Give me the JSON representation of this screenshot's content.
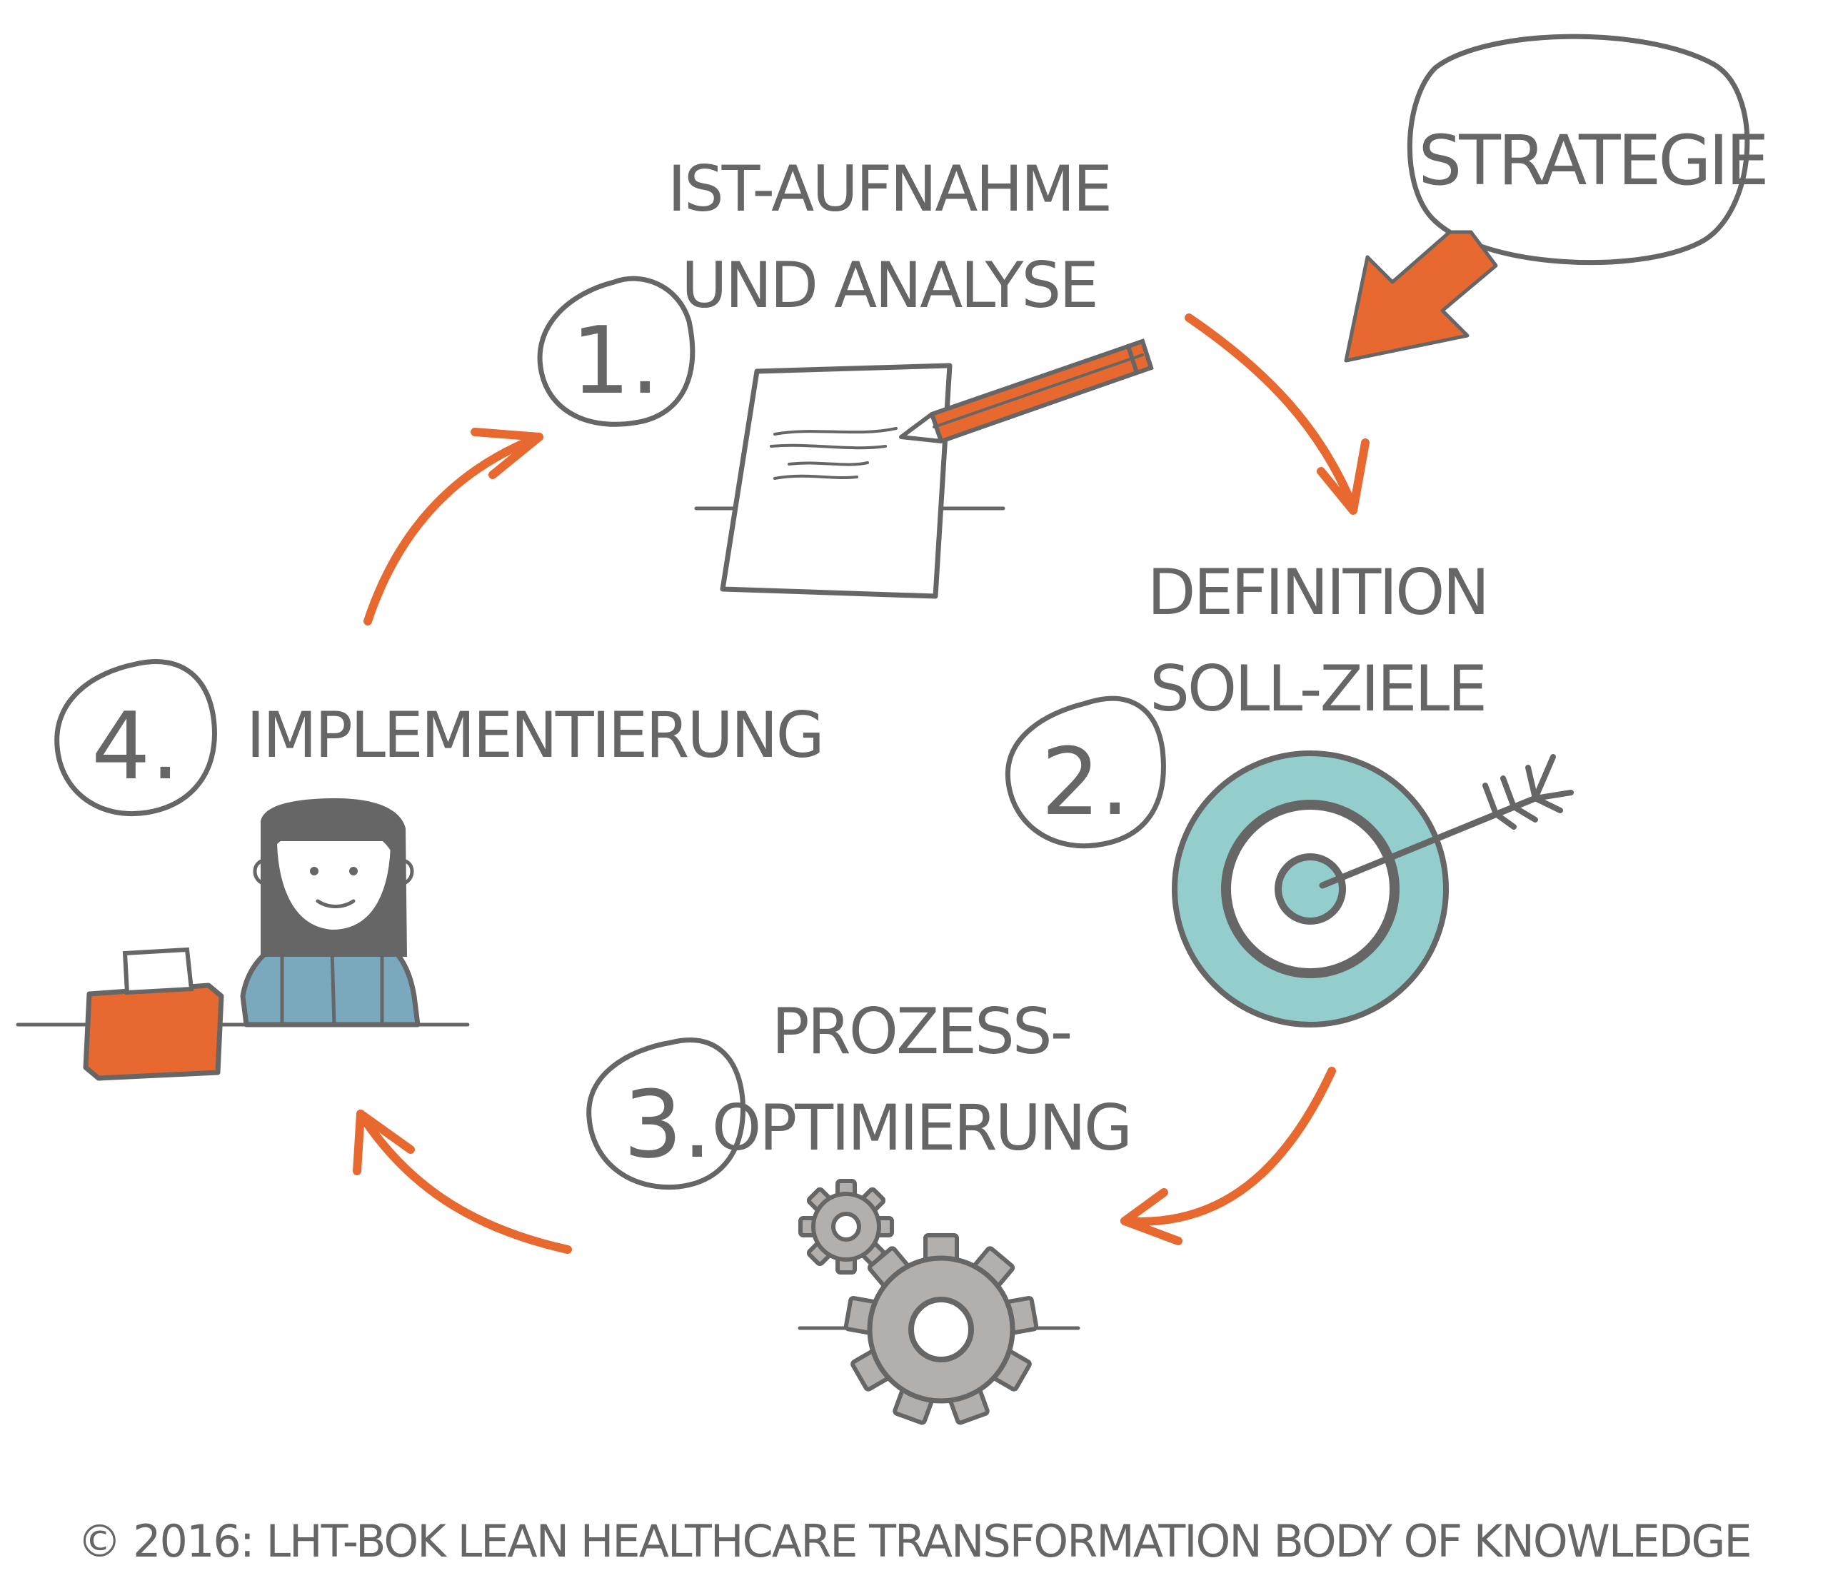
{
  "strategy": {
    "label": "Strategie"
  },
  "steps": [
    {
      "number": "1.",
      "lines": [
        "Ist-Aufnahme",
        "und Analyse"
      ]
    },
    {
      "number": "2.",
      "lines": [
        "Definition",
        "Soll-Ziele"
      ]
    },
    {
      "number": "3.",
      "lines": [
        "Prozess-",
        "Optimierung"
      ]
    },
    {
      "number": "4.",
      "lines": [
        "Implementierung"
      ]
    }
  ],
  "footer": {
    "text": "© 2016: LHT-BOK Lean Healthcare Transformation Body of Knowledge"
  },
  "colors": {
    "orange": "#e8692f",
    "teal": "#93cdcc",
    "shirt": "#7aa9bd",
    "grey": "#666666",
    "gear": "#b3afac"
  },
  "icons": [
    "document-pencil-icon",
    "target-arrow-icon",
    "gears-icon",
    "person-with-box-icon"
  ]
}
